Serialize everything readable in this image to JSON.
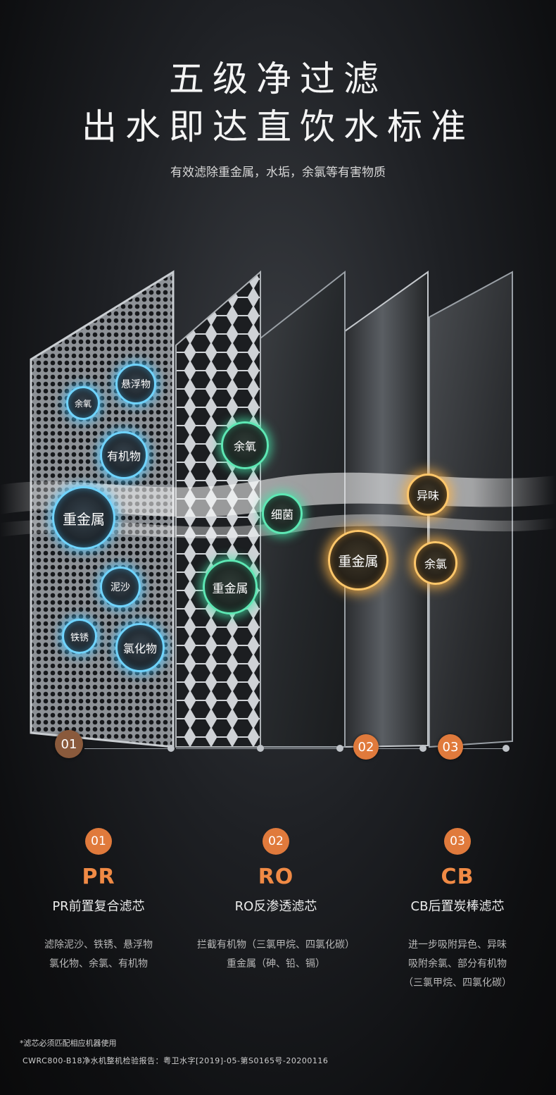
{
  "header": {
    "title_line1": "五级净过滤",
    "title_line2": "出水即达直饮水标准",
    "subtitle": "有效滤除重金属，水垢，余氯等有害物质"
  },
  "filter_panels": {
    "panel_1_bubbles": [
      "悬浮物",
      "余氧",
      "有机物",
      "重金属",
      "泥沙",
      "铁锈",
      "氯化物"
    ],
    "panel_2_bubbles": [
      "余氧",
      "重金属"
    ],
    "panel_3_bubbles": [
      "细菌"
    ],
    "panel_4_bubbles": [
      "重金属"
    ],
    "panel_5_bubbles": [
      "异味",
      "余氯"
    ],
    "markers": [
      "01",
      "02",
      "03"
    ]
  },
  "stages": [
    {
      "num": "01",
      "code": "PR",
      "name": "PR前置复合滤芯",
      "desc": [
        "滤除泥沙、铁锈、悬浮物",
        "氯化物、余氯、有机物"
      ]
    },
    {
      "num": "02",
      "code": "RO",
      "name": "RO反渗透滤芯",
      "desc": [
        "拦截有机物（三氯甲烷、四氯化碳）",
        "重金属（砷、铅、镉）"
      ]
    },
    {
      "num": "03",
      "code": "CB",
      "name": "CB后置炭棒滤芯",
      "desc": [
        "进一步吸附异色、异味",
        "吸附余氯、部分有机物",
        "（三氯甲烷、四氯化碳）"
      ]
    }
  ],
  "footer": {
    "note1": "*滤芯必须匹配相应机器使用",
    "note2": "CWRC800-B18净水机整机检验报告：粤卫水字[2019]-05-第S0165号-20200116"
  },
  "colors": {
    "accent_orange": "#e07a3c",
    "glow_blue": "#6fd4ff",
    "glow_green": "#5de8b4",
    "glow_gold": "#ffc76a"
  }
}
